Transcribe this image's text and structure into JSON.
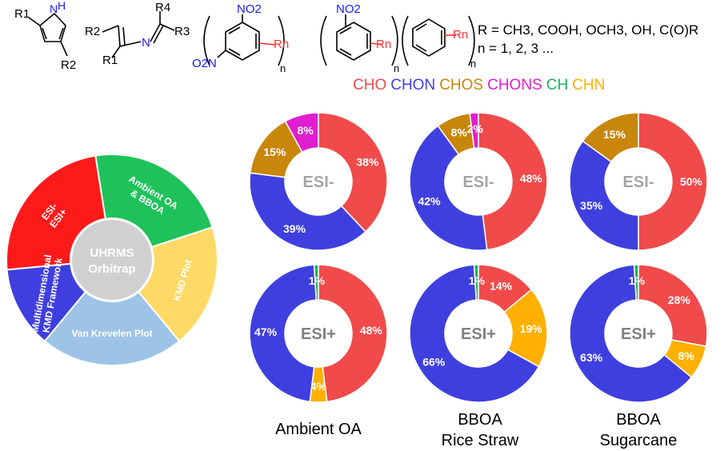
{
  "header": {
    "r_definition": "R = CH3, COOH, OCH3, OH, C(O)R",
    "n_definition": "n = 1, 2, 3 ...",
    "structure_labels": {
      "r1": "R1",
      "r2": "R2",
      "r3": "R3",
      "r4": "R4",
      "rn": "Rn",
      "n": "n",
      "nh": "N",
      "h": "H",
      "n_imine": "N",
      "no2": "NO2",
      "o2n": "O2N"
    }
  },
  "legend": {
    "items": [
      {
        "label": "CHO",
        "color": "#f04a4a"
      },
      {
        "label": "CHON",
        "color": "#3f3fe0"
      },
      {
        "label": "CHOS",
        "color": "#c8860a"
      },
      {
        "label": "CHONS",
        "color": "#e01ecf"
      },
      {
        "label": "CH",
        "color": "#1bb35a"
      },
      {
        "label": "CHN",
        "color": "#ffb000"
      }
    ]
  },
  "wheel": {
    "center_line1": "UHRMS",
    "center_line2": "Orbitrap",
    "segments": [
      {
        "label": "ESI-",
        "label2": "ESI+",
        "color": "#ff1a1a"
      },
      {
        "label": "Ambient OA",
        "label2": "& BBOA",
        "color": "#1fc25a"
      },
      {
        "label": "KMD Plot",
        "label2": "",
        "color": "#ffd966"
      },
      {
        "label": "Van Krevelen Plot",
        "label2": "",
        "color": "#9dc3e6"
      },
      {
        "label": "Multidimensional",
        "label2": "KMD Framework",
        "color": "#3f3fe0"
      }
    ]
  },
  "columns": [
    {
      "line1": "Ambient OA",
      "line2": ""
    },
    {
      "line1": "BBOA",
      "line2": "Rice Straw"
    },
    {
      "line1": "BBOA",
      "line2": "Sugarcane"
    }
  ],
  "chart_data": [
    {
      "type": "pie",
      "center_label": "ESI-",
      "column": "Ambient OA",
      "slices": [
        {
          "name": "CHO",
          "value": 38,
          "label": "38%"
        },
        {
          "name": "CHON",
          "value": 39,
          "label": "39%"
        },
        {
          "name": "CHOS",
          "value": 15,
          "label": "15%"
        },
        {
          "name": "CHONS",
          "value": 8,
          "label": "8%"
        }
      ]
    },
    {
      "type": "pie",
      "center_label": "ESI-",
      "column": "BBOA Rice Straw",
      "slices": [
        {
          "name": "CHO",
          "value": 48,
          "label": "48%"
        },
        {
          "name": "CHON",
          "value": 42,
          "label": "42%"
        },
        {
          "name": "CHOS",
          "value": 8,
          "label": "8%"
        },
        {
          "name": "CHONS",
          "value": 2,
          "label": "2%"
        }
      ]
    },
    {
      "type": "pie",
      "center_label": "ESI-",
      "column": "BBOA Sugarcane",
      "slices": [
        {
          "name": "CHO",
          "value": 50,
          "label": "50%"
        },
        {
          "name": "CHON",
          "value": 35,
          "label": "35%"
        },
        {
          "name": "CHOS",
          "value": 15,
          "label": "15%"
        }
      ]
    },
    {
      "type": "pie",
      "center_label": "ESI+",
      "column": "Ambient OA",
      "slices": [
        {
          "name": "CHO",
          "value": 48,
          "label": "48%"
        },
        {
          "name": "CHN",
          "value": 4,
          "label": "4%"
        },
        {
          "name": "CHON",
          "value": 47,
          "label": "47%"
        },
        {
          "name": "CH",
          "value": 1,
          "label": "1%"
        }
      ]
    },
    {
      "type": "pie",
      "center_label": "ESI+",
      "column": "BBOA Rice Straw",
      "slices": [
        {
          "name": "CHO",
          "value": 14,
          "label": "14%"
        },
        {
          "name": "CHN",
          "value": 19,
          "label": "19%"
        },
        {
          "name": "CHON",
          "value": 66,
          "label": "66%"
        },
        {
          "name": "CH",
          "value": 1,
          "label": "1%"
        }
      ]
    },
    {
      "type": "pie",
      "center_label": "ESI+",
      "column": "BBOA Sugarcane",
      "slices": [
        {
          "name": "CHO",
          "value": 28,
          "label": "28%"
        },
        {
          "name": "CHN",
          "value": 8,
          "label": "8%"
        },
        {
          "name": "CHON",
          "value": 63,
          "label": "63%"
        },
        {
          "name": "CH",
          "value": 1,
          "label": "1%"
        }
      ]
    }
  ]
}
